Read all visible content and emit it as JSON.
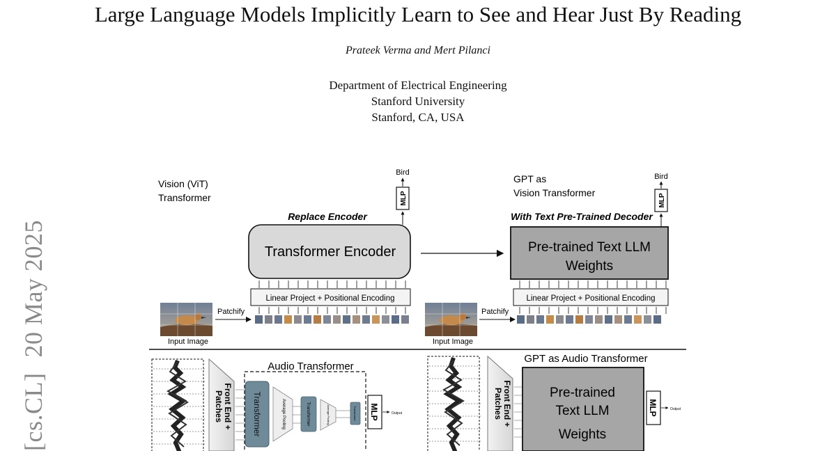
{
  "paper": {
    "title": "Large Language Models Implicitly Learn to See and Hear Just By Reading",
    "authors": "Prateek Verma and Mert Pilanci",
    "affiliation": [
      "Department of Electrical Engineering",
      "Stanford University",
      "Stanford, CA, USA"
    ]
  },
  "sidebar": {
    "arxiv_category": "[cs.CL]",
    "arxiv_date": "20 May 2025"
  },
  "figure": {
    "vit": {
      "label_line1": "Vision (ViT)",
      "label_line2": "Transformer",
      "encoder": "Transformer Encoder",
      "note": "Replace Encoder",
      "projection": "Linear Project + Positional Encoding",
      "mlp": "MLP",
      "output": "Bird",
      "patchify": "Patchify",
      "input": "Input Image"
    },
    "gpt_vision": {
      "label_line1": "GPT as",
      "label_line2": "Vision Transformer",
      "llm_line1": "Pre-trained Text LLM",
      "llm_line2": "Weights",
      "note": "With Text Pre-Trained Decoder",
      "projection": "Linear Project + Positional Encoding",
      "mlp": "MLP",
      "output": "Bird",
      "patchify": "Patchify",
      "input": "Input Image"
    },
    "audio": {
      "label": "Audio Transformer",
      "front_end_line1": "Front End +",
      "front_end_line2": "Patches",
      "transformer": "Transformer",
      "avg_pooling": "Average Pooling",
      "mlp": "MLP",
      "output": "Output"
    },
    "gpt_audio": {
      "label": "GPT as Audio Transformer",
      "front_end_line1": "Front End +",
      "front_end_line2": "Patches",
      "llm_line1": "Pre-trained",
      "llm_line2": "Text LLM",
      "llm_line3": "Weights",
      "mlp": "MLP",
      "output": "Output"
    }
  }
}
